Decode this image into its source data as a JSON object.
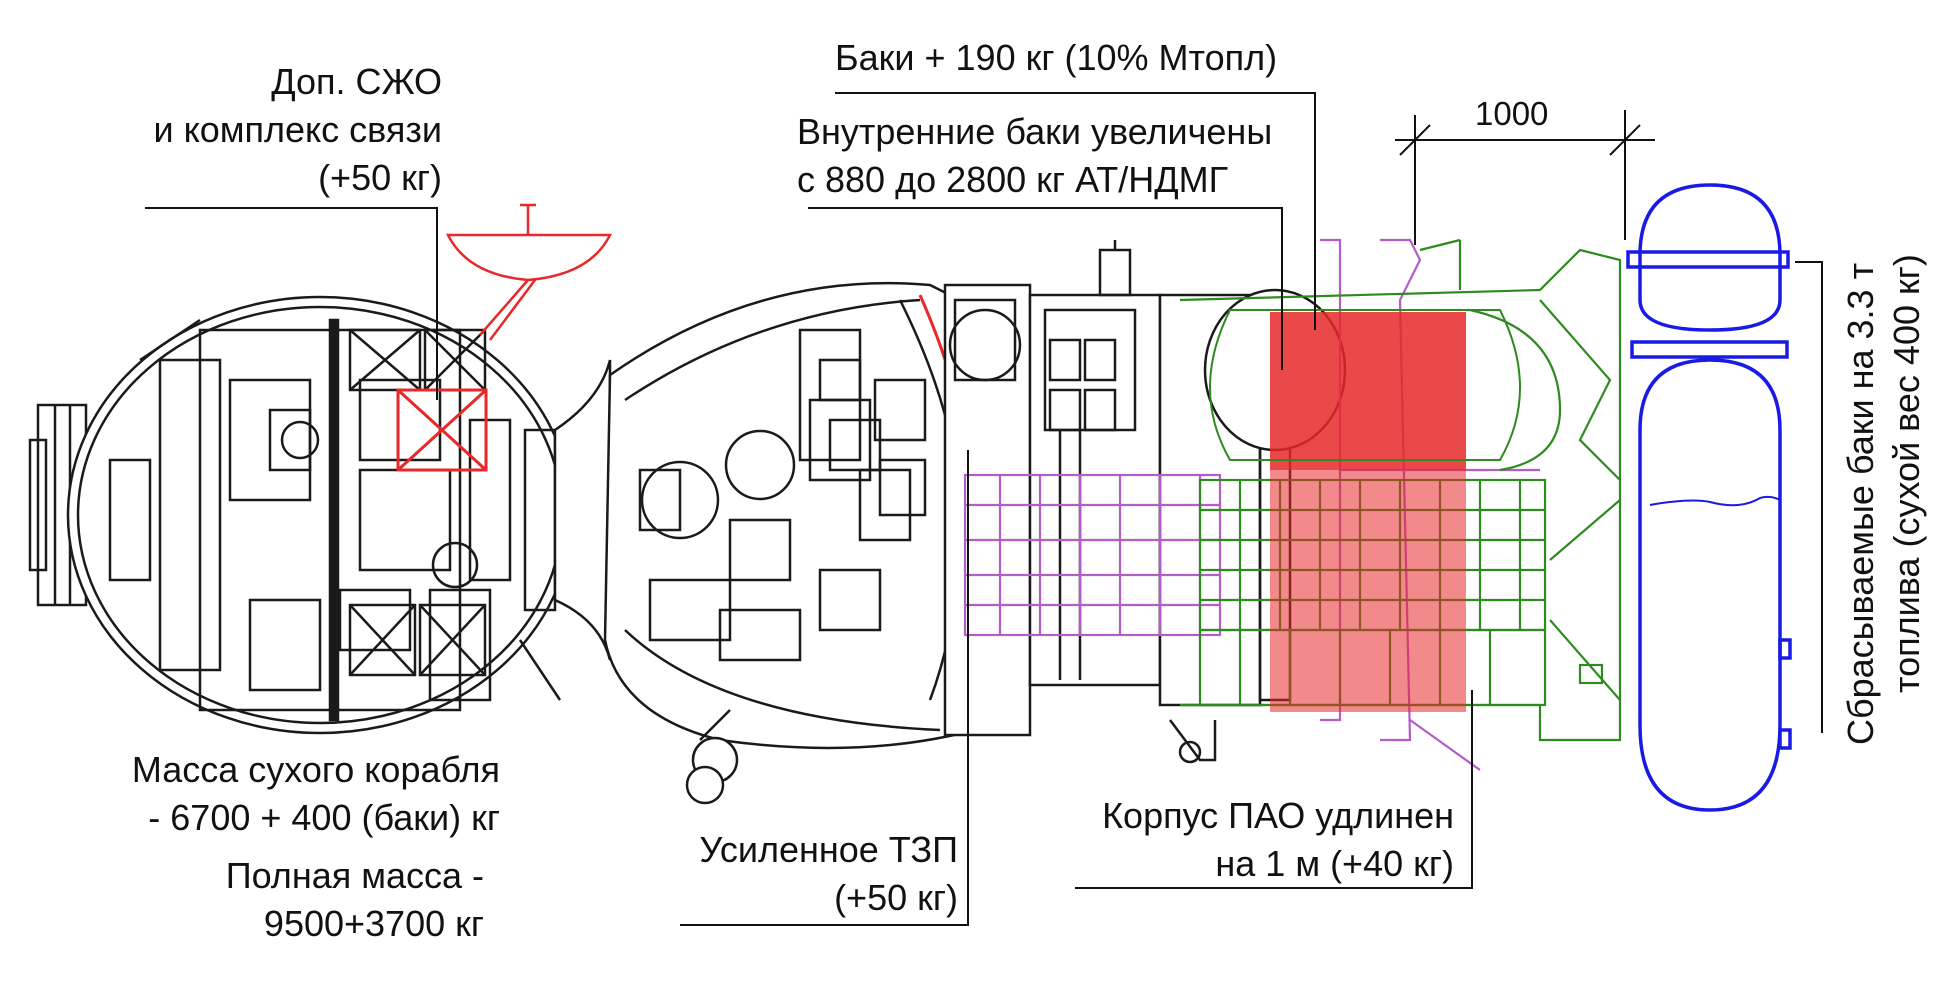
{
  "labels": {
    "life_support": [
      "Доп. СЖО",
      "и комплекс связи",
      "(+50 кг)"
    ],
    "tanks_mass": "Баки + 190 кг (10% Мтопл)",
    "internal_tanks": [
      "Внутренние баки увеличены",
      "с 880 до 2800 кг АТ/НДМГ"
    ],
    "dimension": "1000",
    "drop_tanks": [
      "Сбрасываемые баки на 3.3 т",
      "топлива (сухой вес 400 кг)"
    ],
    "dry_mass": [
      "Масса сухого корабля",
      "- 6700 + 400 (баки) кг"
    ],
    "full_mass": [
      "Полная масса -",
      "9500+3700 кг"
    ],
    "heat_shield": [
      "Усиленное ТЗП",
      "(+50 кг)"
    ],
    "pao_body": [
      "Корпус ПАО удлинен",
      "на 1 м (+40 кг)"
    ]
  },
  "colors": {
    "hull": "#1a1a1a",
    "added_parts": "#e8282a",
    "extended_section": "#2e8b1f",
    "original_section": "#b45cc8",
    "drop_tanks": "#1a1ae6",
    "leader_lines": "#111111"
  }
}
